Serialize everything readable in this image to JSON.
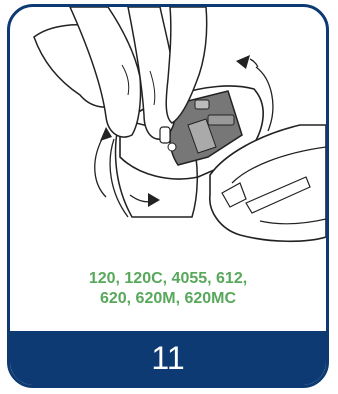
{
  "models": {
    "line1": "120, 120C, 4055, 612,",
    "line2": "620, 620M, 620MC"
  },
  "footer": {
    "step_number": "11"
  },
  "colors": {
    "frame": "#0d3a72",
    "models_text": "#58a85b",
    "footer_text": "#ffffff"
  }
}
